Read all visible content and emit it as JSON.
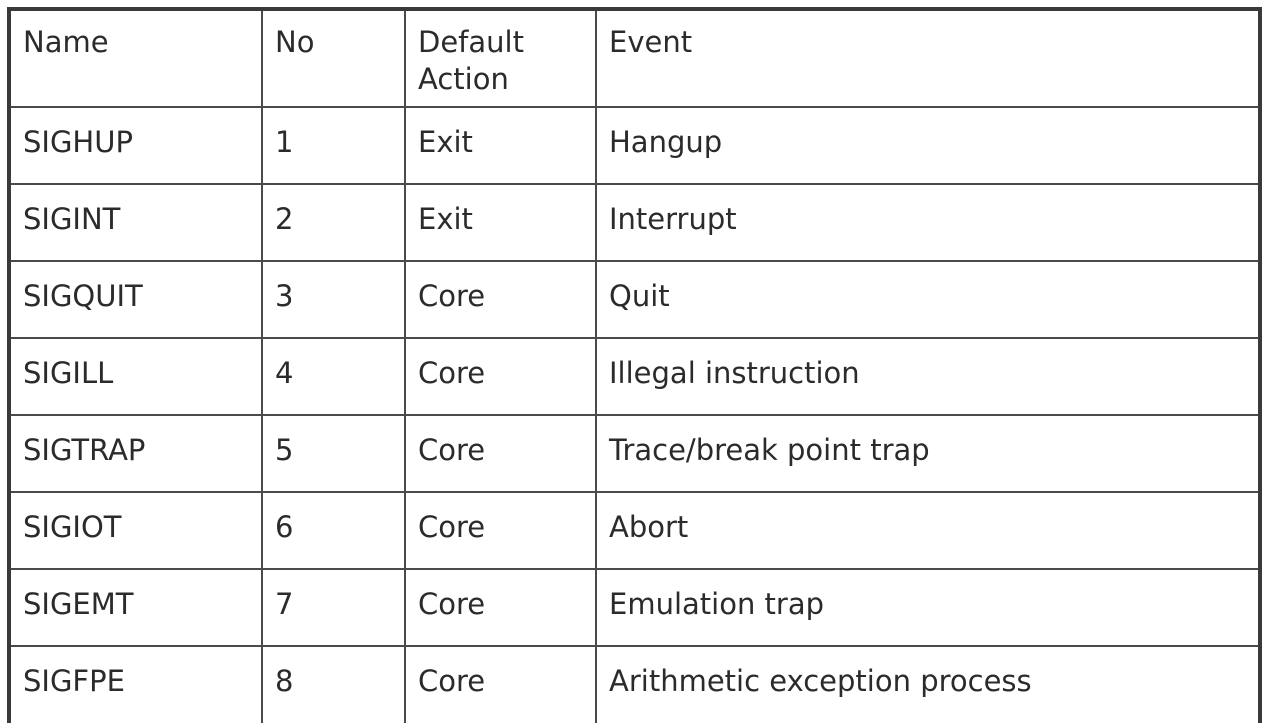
{
  "table": {
    "headers": {
      "name": "Name",
      "no": "No",
      "default_action_line1": "Default",
      "default_action_line2": "Action",
      "event": "Event"
    },
    "rows": [
      {
        "name": "SIGHUP",
        "no": "1",
        "action": "Exit",
        "event": "Hangup"
      },
      {
        "name": "SIGINT",
        "no": "2",
        "action": "Exit",
        "event": "Interrupt"
      },
      {
        "name": "SIGQUIT",
        "no": "3",
        "action": "Core",
        "event": "Quit"
      },
      {
        "name": "SIGILL",
        "no": "4",
        "action": "Core",
        "event": "Illegal instruction"
      },
      {
        "name": "SIGTRAP",
        "no": "5",
        "action": "Core",
        "event": "Trace/break point trap"
      },
      {
        "name": "SIGIOT",
        "no": "6",
        "action": "Core",
        "event": "Abort"
      },
      {
        "name": "SIGEMT",
        "no": "7",
        "action": "Core",
        "event": "Emulation trap"
      },
      {
        "name": "SIGFPE",
        "no": "8",
        "action": "Core",
        "event": "Arithmetic exception process"
      }
    ]
  }
}
